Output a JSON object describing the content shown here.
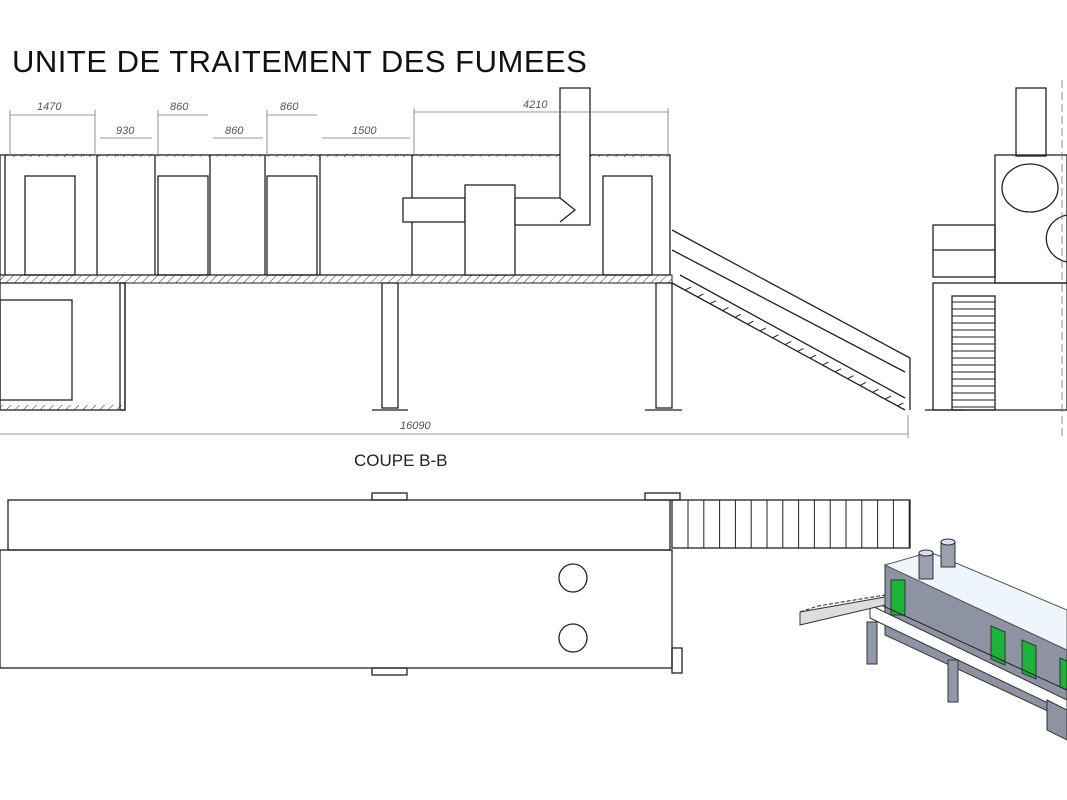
{
  "title": "UNITE DE TRAITEMENT DES FUMEES",
  "section_label": "COUPE B-B",
  "dimensions": {
    "d1": "1470",
    "d2": "930",
    "d3": "860",
    "d4": "860",
    "d5": "860",
    "d6": "1500",
    "d7": "4210",
    "overall": "16090"
  },
  "colors": {
    "door_green": "#1db33a",
    "body_grey": "#8e93a3",
    "roof": "#eef6fb"
  }
}
